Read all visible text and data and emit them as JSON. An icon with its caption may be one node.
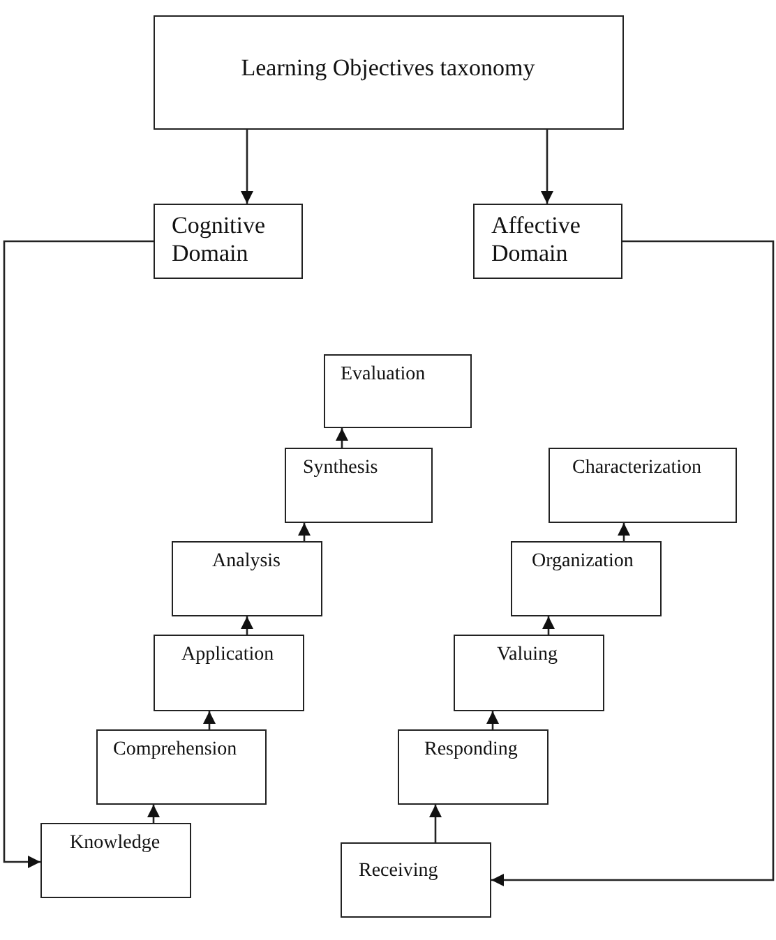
{
  "diagram": {
    "nodes": [
      {
        "text": [
          "Learning Objectives taxonomy"
        ]
      },
      {
        "text": [
          "Cognitive Domain"
        ]
      },
      {
        "text": [
          "Affective Domain"
        ]
      },
      {
        "text": [
          "Evaluation"
        ]
      },
      {
        "text": [
          "Synthesis"
        ]
      },
      {
        "text": [
          "Analysis"
        ]
      },
      {
        "text": [
          "Application"
        ]
      },
      {
        "text": [
          "Comprehension"
        ]
      },
      {
        "text": [
          "Knowledge"
        ]
      },
      {
        "text": [
          "Characterization"
        ]
      },
      {
        "text": [
          "Organization"
        ]
      },
      {
        "text": [
          "Valuing"
        ]
      },
      {
        "text": [
          "Responding"
        ]
      },
      {
        "text": [
          "Receiving"
        ]
      }
    ],
    "edges": [
      {
        "from": 0,
        "to": 1,
        "arrow": "to"
      },
      {
        "from": 0,
        "to": 2,
        "arrow": "to"
      },
      {
        "from": 1,
        "to": 8,
        "arrow": "to"
      },
      {
        "from": 2,
        "to": 13,
        "arrow": "to"
      },
      {
        "from": 8,
        "to": 7,
        "arrow": "to"
      },
      {
        "from": 7,
        "to": 6,
        "arrow": "to"
      },
      {
        "from": 6,
        "to": 5,
        "arrow": "to"
      },
      {
        "from": 5,
        "to": 4,
        "arrow": "to"
      },
      {
        "from": 4,
        "to": 3,
        "arrow": "to"
      },
      {
        "from": 13,
        "to": 12,
        "arrow": "to"
      },
      {
        "from": 12,
        "to": 11,
        "arrow": "to"
      },
      {
        "from": 11,
        "to": 10,
        "arrow": "to"
      },
      {
        "from": 10,
        "to": 9,
        "arrow": "to"
      }
    ]
  }
}
